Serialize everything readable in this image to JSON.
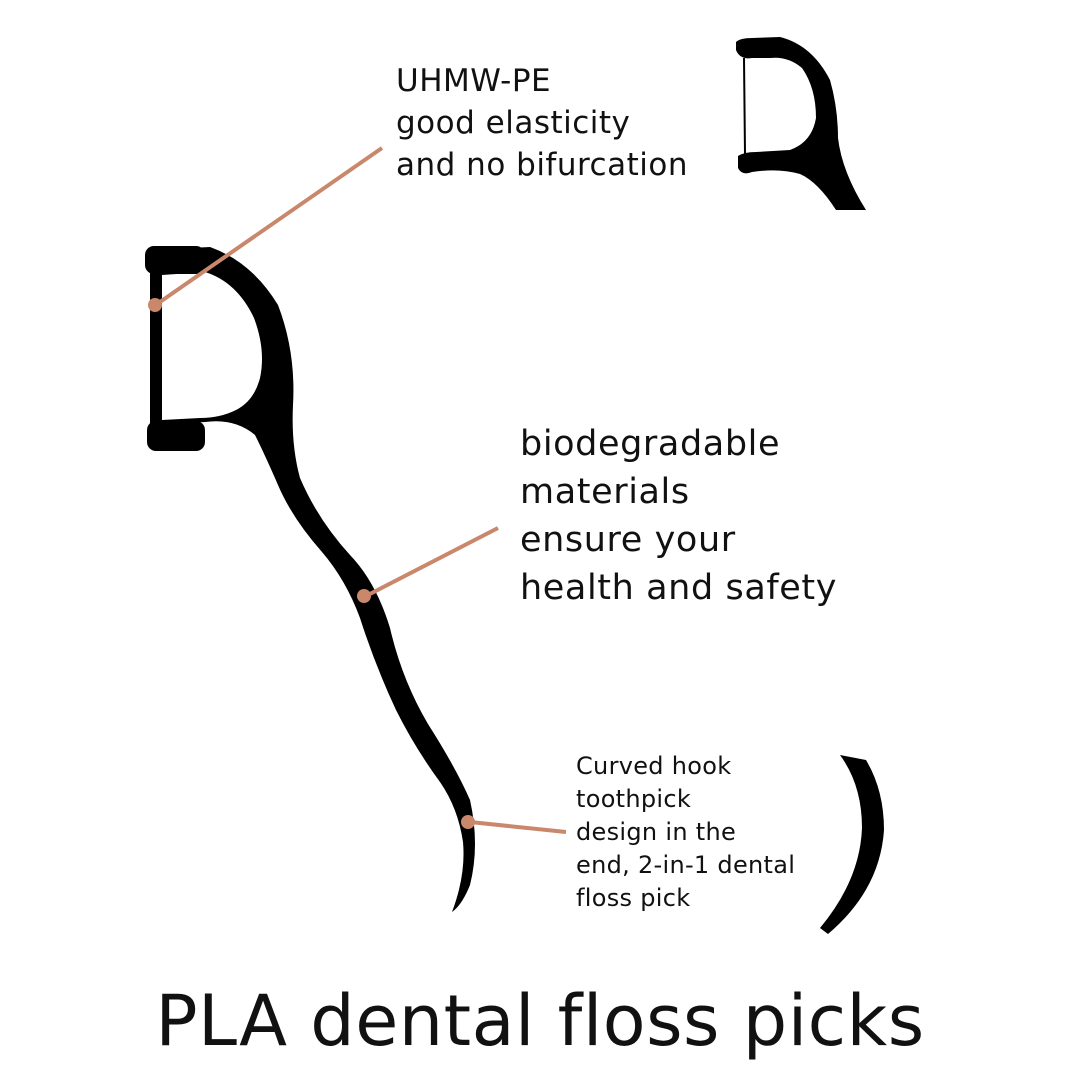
{
  "colors": {
    "background": "#ffffff",
    "pick": "#000000",
    "leader_line": "#c9876b",
    "text": "#111111"
  },
  "callouts": {
    "material": {
      "lines": [
        "UHMW-PE",
        "good elasticity",
        "and no bifurcation"
      ]
    },
    "biodegradable": {
      "lines": [
        "biodegradable",
        "materials",
        "ensure your",
        "health and safety"
      ]
    },
    "hook": {
      "lines": [
        "Curved hook",
        "toothpick",
        "design in the",
        "end, 2-in-1 dental",
        "floss pick"
      ]
    }
  },
  "title": "PLA dental floss picks"
}
